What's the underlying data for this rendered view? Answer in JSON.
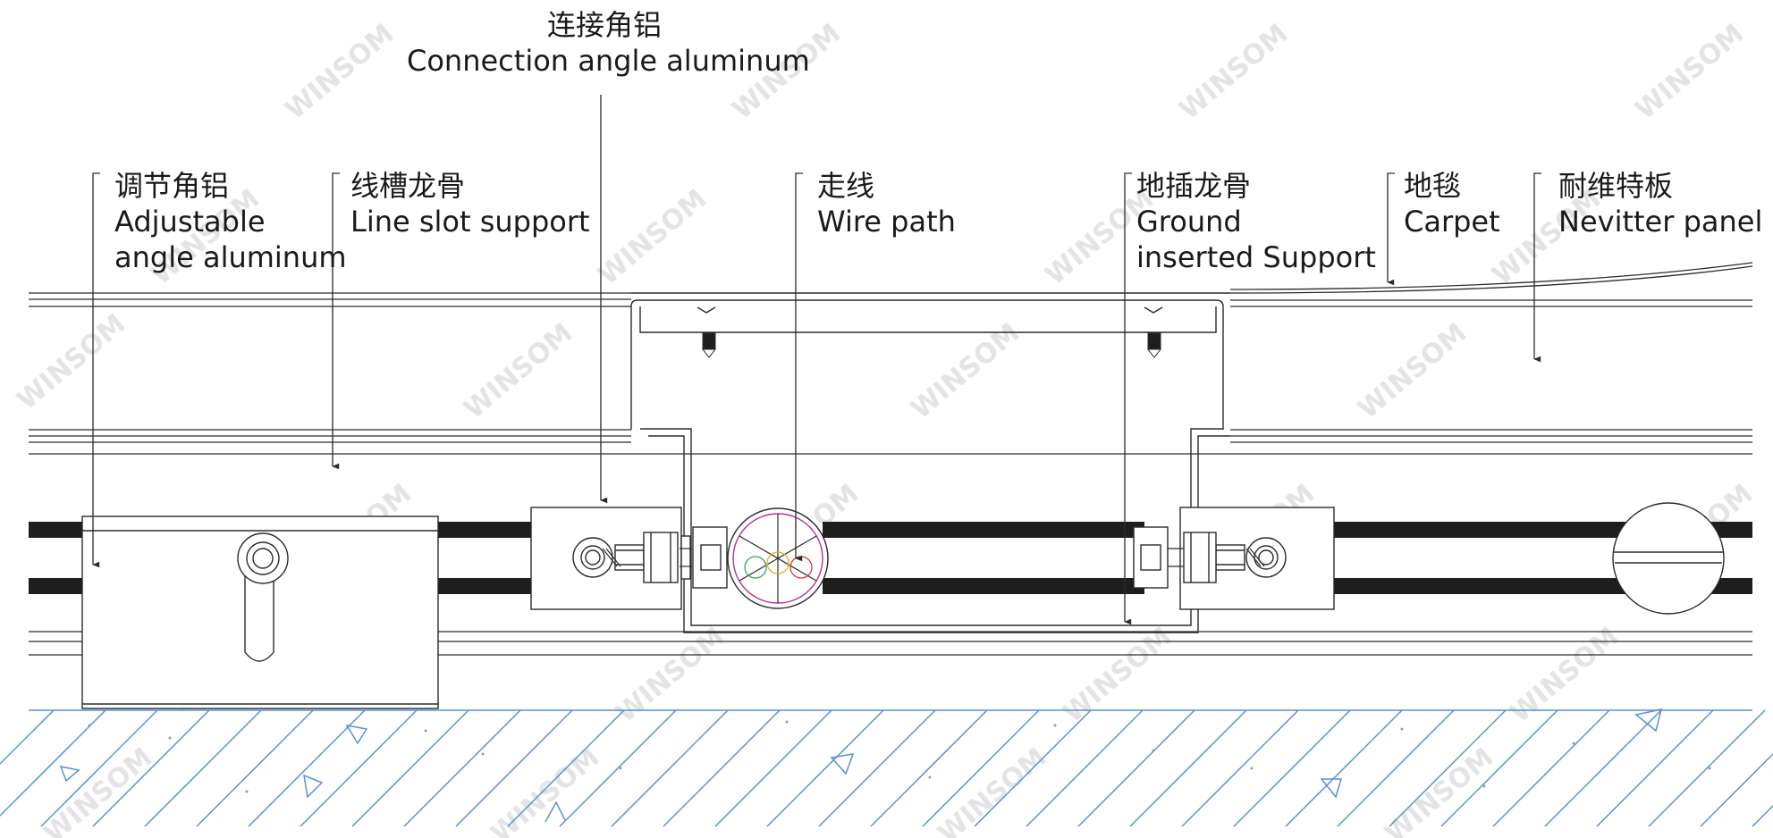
{
  "labels": {
    "connection": {
      "zh": "连接角铝",
      "en": "Connection angle aluminum"
    },
    "adjustable": {
      "zh": "调节角铝",
      "en1": "Adjustable",
      "en2": "angle aluminum"
    },
    "line_slot": {
      "zh": "线槽龙骨",
      "en": "Line slot support"
    },
    "wire": {
      "zh": "走线",
      "en": "Wire path"
    },
    "ground": {
      "zh": "地插龙骨",
      "en1": "Ground",
      "en2": "inserted Support"
    },
    "carpet": {
      "zh": "地毯",
      "en": "Carpet"
    },
    "panel": {
      "zh": "耐维特板",
      "en": "Nevitter panel"
    }
  },
  "watermark": "WINSOM",
  "colors": {
    "line": "#2b2b2b",
    "rail": "#1e1e1e",
    "concrete": "#5b8fd6",
    "wire_circle": "#b9308f"
  }
}
